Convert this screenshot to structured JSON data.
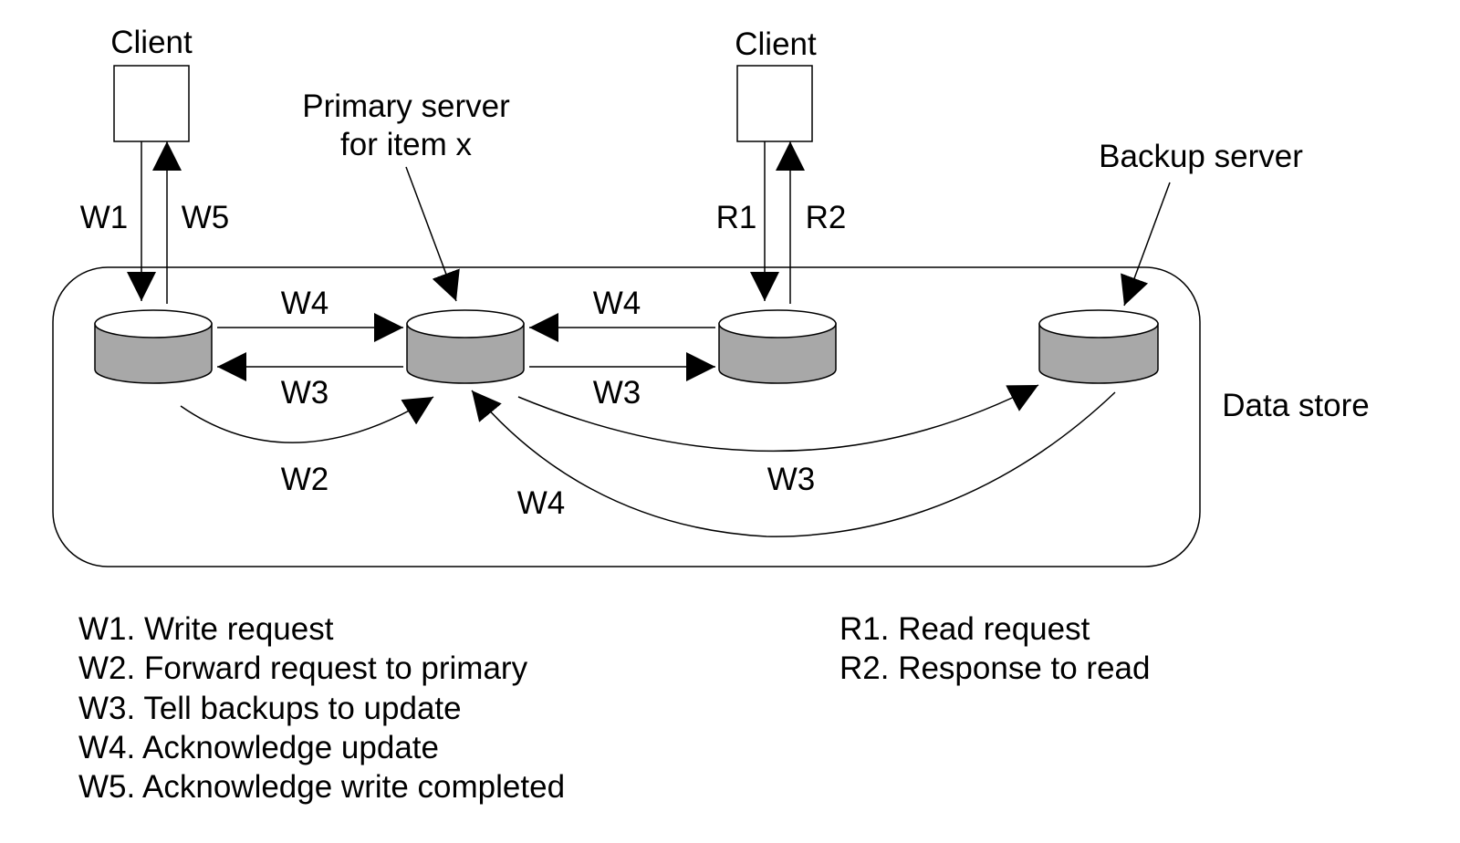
{
  "labels": {
    "client_left": "Client",
    "client_right": "Client",
    "primary_line1": "Primary server",
    "primary_line2": "for item x",
    "backup": "Backup server",
    "data_store": "Data store"
  },
  "arrow_labels": {
    "w1": "W1",
    "w5": "W5",
    "r1": "R1",
    "r2": "R2",
    "w4_left": "W4",
    "w3_left": "W3",
    "w4_right": "W4",
    "w3_right": "W3",
    "w2": "W2",
    "w3_curve": "W3",
    "w4_curve": "W4"
  },
  "legend": {
    "write_steps": [
      "W1. Write request",
      "W2. Forward request to primary",
      "W3. Tell backups to update",
      "W4. Acknowledge update",
      "W5. Acknowledge write completed"
    ],
    "read_steps": [
      "R1. Read request",
      "R2. Response to read"
    ]
  },
  "colors": {
    "disk_body": "#a8a8a8",
    "disk_top": "#ffffff",
    "stroke": "#000000"
  }
}
